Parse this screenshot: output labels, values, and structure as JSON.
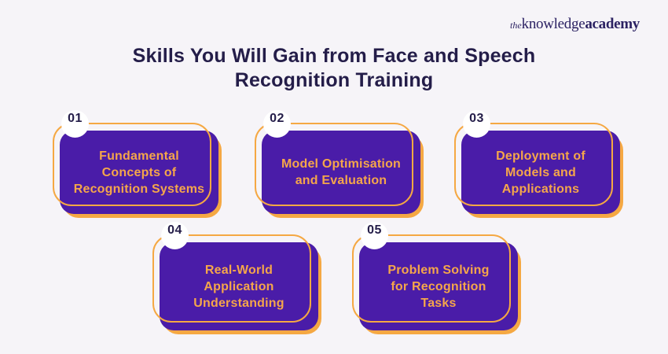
{
  "page": {
    "background": "#F6F4F8"
  },
  "logo": {
    "prefix": "the",
    "word1": "knowledge",
    "word2": "academy",
    "color": "#2C2263"
  },
  "title": {
    "line1": "Skills You Will Gain from Face and Speech",
    "line2": "Recognition Training",
    "color": "#241D49"
  },
  "colors": {
    "card_purple": "#4A1CA8",
    "accent_orange": "#F5A843",
    "card_text_orange": "#F5A64A",
    "number_navy": "#241D49",
    "badge_white": "#FFFFFF"
  },
  "cards": [
    {
      "number": "01",
      "lines": [
        "Fundamental",
        "Concepts of",
        "Recognition Systems"
      ]
    },
    {
      "number": "02",
      "lines": [
        "Model Optimisation",
        "and Evaluation"
      ]
    },
    {
      "number": "03",
      "lines": [
        "Deployment of",
        "Models and",
        "Applications"
      ]
    },
    {
      "number": "04",
      "lines": [
        "Real-World",
        "Application",
        "Understanding"
      ]
    },
    {
      "number": "05",
      "lines": [
        "Problem Solving",
        "for Recognition",
        "Tasks"
      ]
    }
  ]
}
